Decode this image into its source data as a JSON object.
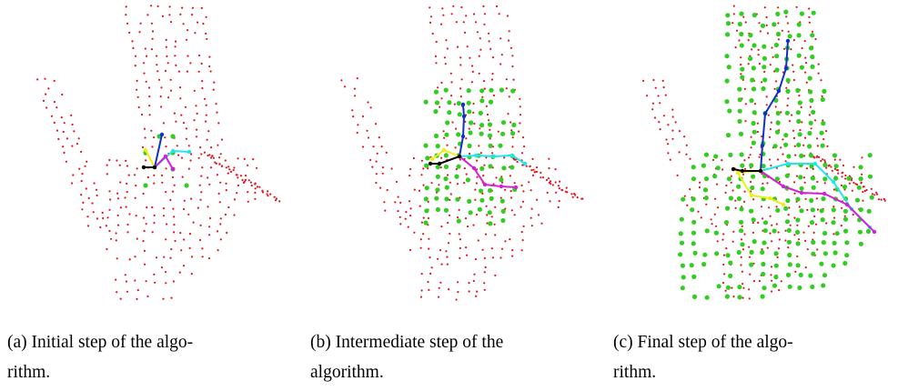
{
  "figure": {
    "panels": [
      {
        "id": "a",
        "caption_label": "(a)",
        "caption_text": "Initial step of the algo-rithm.",
        "caption_line1": "(a) Initial step of the algo-",
        "caption_line2": "rithm."
      },
      {
        "id": "b",
        "caption_label": "(b)",
        "caption_text": "Intermediate step of the algorithm.",
        "caption_line1": "(b) Intermediate step of the",
        "caption_line2": "algorithm."
      },
      {
        "id": "c",
        "caption_label": "(c)",
        "caption_text": "Final step of the algo-rithm.",
        "caption_line1": "(c) Final step of the algo-",
        "caption_line2": "rithm."
      }
    ],
    "colors": {
      "point_cloud": "#e0141e",
      "selected_points": "#33cc22",
      "branch_blue": "#1030c8",
      "branch_cyan": "#22e6ee",
      "branch_magenta": "#d020d8",
      "branch_yellow": "#eeee10",
      "branch_black": "#000000"
    }
  }
}
